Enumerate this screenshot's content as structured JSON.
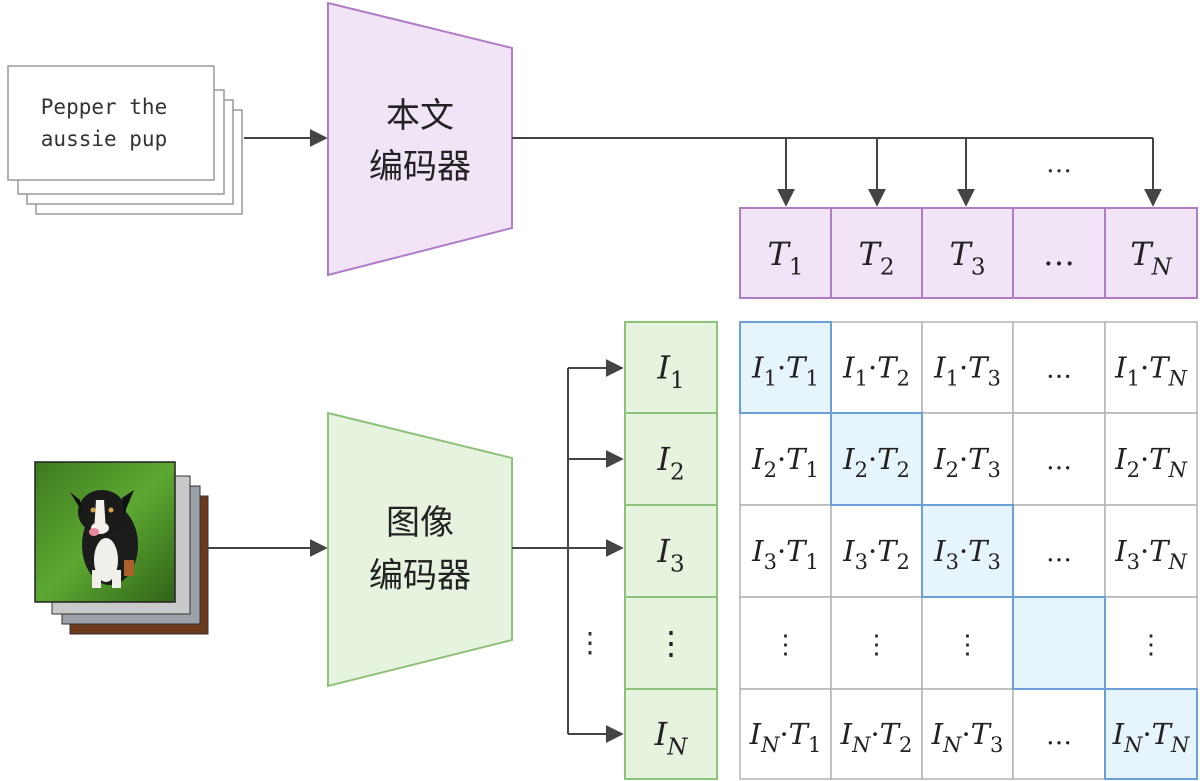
{
  "text_card": {
    "line1": "Pepper the",
    "line2": "aussie pup"
  },
  "text_encoder": {
    "line1": "本文",
    "line2": "编码器"
  },
  "image_encoder": {
    "line1": "图像",
    "line2": "编码器"
  },
  "text_tokens": [
    {
      "base": "T",
      "sub": "1"
    },
    {
      "base": "T",
      "sub": "2"
    },
    {
      "base": "T",
      "sub": "3"
    },
    {
      "base": "…",
      "sub": ""
    },
    {
      "base": "T",
      "sub": "N"
    }
  ],
  "image_tokens": [
    {
      "base": "I",
      "sub": "1"
    },
    {
      "base": "I",
      "sub": "2"
    },
    {
      "base": "I",
      "sub": "3"
    },
    {
      "base": "⋮",
      "sub": ""
    },
    {
      "base": "I",
      "sub": "N"
    }
  ],
  "matrix_rows": [
    [
      "I1·T1",
      "I1·T2",
      "I1·T3",
      "…",
      "I1·TN"
    ],
    [
      "I2·T1",
      "I2·T2",
      "I2·T3",
      "…",
      "I2·TN"
    ],
    [
      "I3·T1",
      "I3·T2",
      "I3·T3",
      "…",
      "I3·TN"
    ],
    [
      "⋮",
      "⋮",
      "⋮",
      "",
      "⋮"
    ],
    [
      "IN·T1",
      "IN·T2",
      "IN·T3",
      "…",
      "IN·TN"
    ]
  ],
  "ellipsis_top": "…",
  "ellipsis_left": "⋮",
  "colors": {
    "text_fill": "#f0e4f6",
    "text_stroke": "#b07cc6",
    "image_fill": "#e6f3df",
    "image_stroke": "#8cc27a",
    "diag_fill": "#e6f4fb",
    "diag_stroke": "#6a9fd8",
    "grid_stroke": "#b3b3b3",
    "arrow": "#444444",
    "ink": "#222222"
  },
  "icons": {
    "dog_photo": "dog-photo-icon"
  }
}
